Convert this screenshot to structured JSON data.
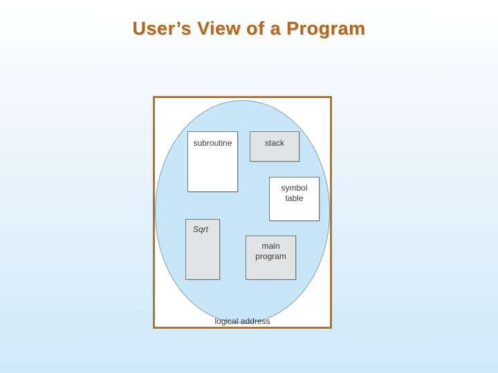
{
  "title": "User’s View of a Program",
  "diagram": {
    "segments": {
      "subroutine": "subroutine",
      "stack": "stack",
      "symbol_table": "symbol\ntable",
      "sqrt": "Sqrt",
      "main_program": "main\nprogram"
    },
    "caption": "logical address"
  },
  "colors": {
    "title": "#b06a1c",
    "frame_border": "#b8741f",
    "address_space_fill": "#c9e6f8",
    "segment_white": "#ffffff",
    "segment_grey": "#e2e3e5"
  }
}
